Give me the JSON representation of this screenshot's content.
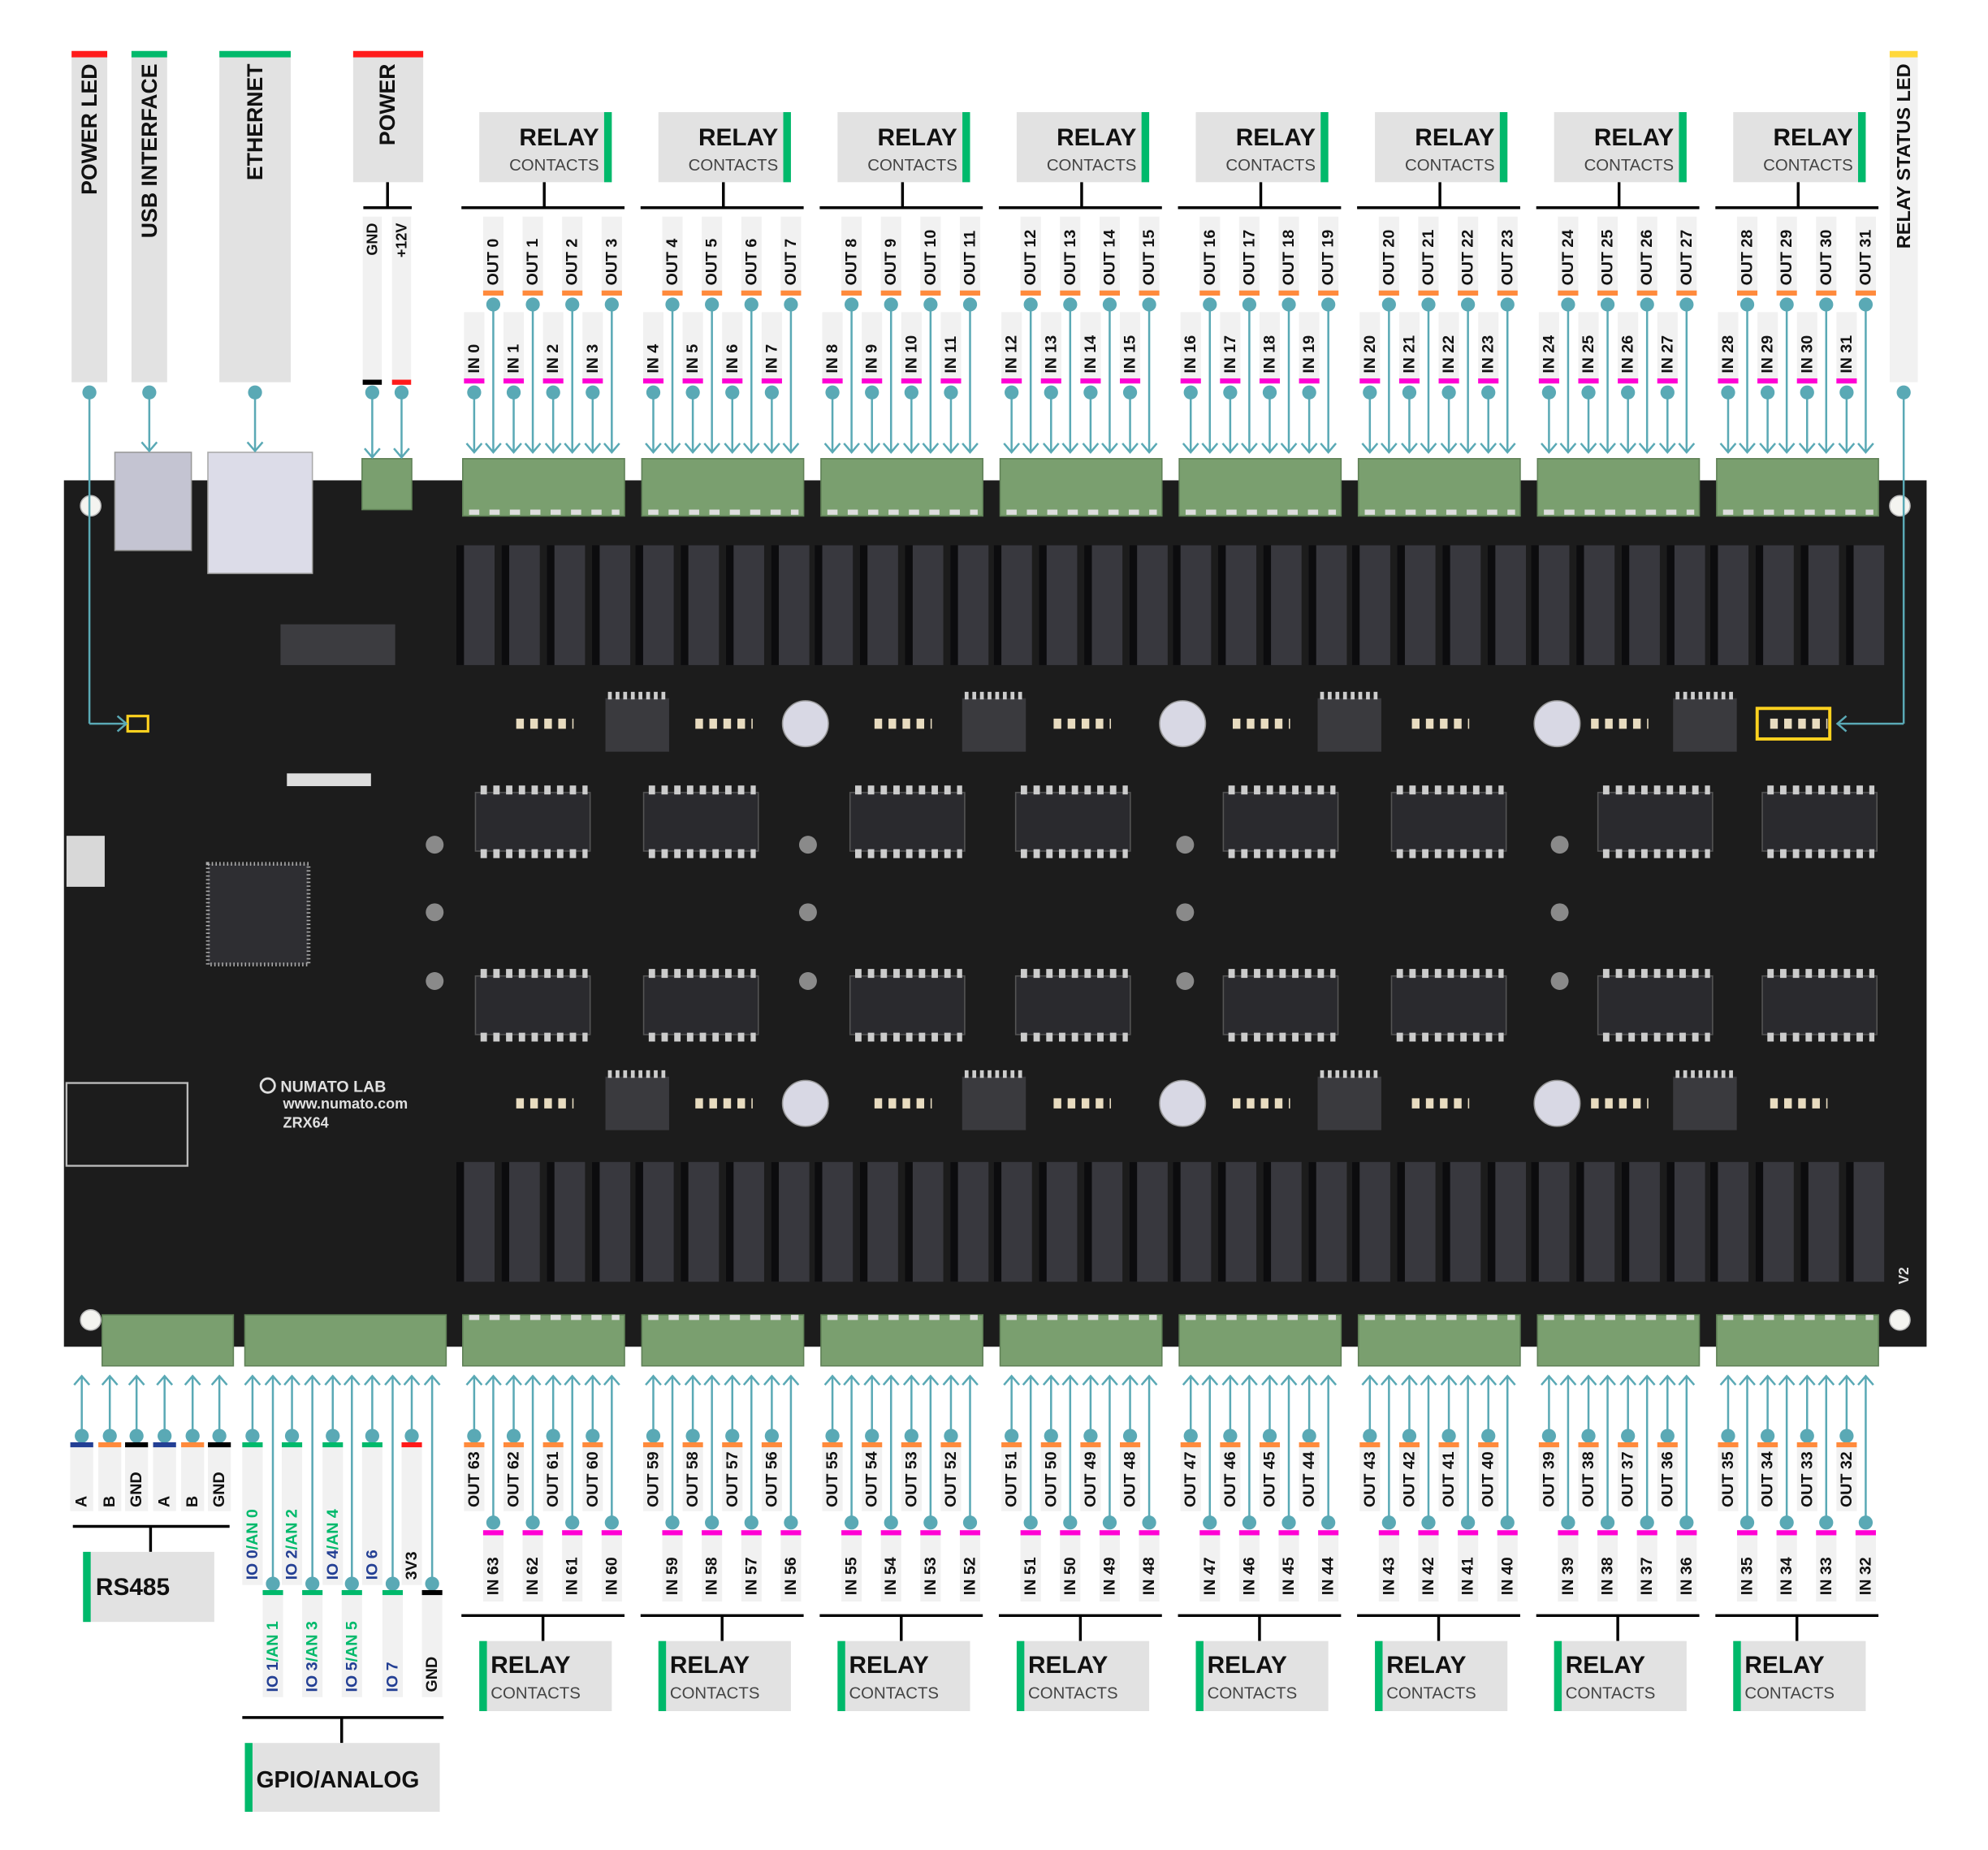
{
  "colors": {
    "board": "#1c1c1c",
    "connector": "#7a9f6f",
    "wire": "#5aa9b5",
    "label_bg": "#e2e2e2",
    "pin_bg": "#f1f1f1",
    "green": "#00b96b",
    "red": "#ff1a1a",
    "orange": "#ff8a3c",
    "magenta": "#ff00d4",
    "blue": "#233f94",
    "black": "#000000",
    "yellow": "#ffd21f"
  },
  "top_labels": {
    "power_led": {
      "text": "POWER LED",
      "color": "#ff1a1a"
    },
    "usb": {
      "text": "USB INTERFACE",
      "color": "#00b96b"
    },
    "ethernet": {
      "text": "ETHERNET",
      "color": "#00b96b"
    },
    "relay_status_led": {
      "text": "RELAY STATUS LED",
      "color": "#ffd83a"
    }
  },
  "power": {
    "title": "POWER",
    "color": "#ff1a1a",
    "pins": [
      {
        "label": "GND",
        "color": "#000000"
      },
      {
        "label": "+12V",
        "color": "#ff1a1a"
      }
    ]
  },
  "top_groups": [
    {
      "title": "RELAY",
      "subtitle": "CONTACTS",
      "outs": [
        "OUT 0",
        "OUT 1",
        "OUT 2",
        "OUT 3"
      ],
      "ins": [
        "IN 0",
        "IN 1",
        "IN 2",
        "IN 3"
      ]
    },
    {
      "title": "RELAY",
      "subtitle": "CONTACTS",
      "outs": [
        "OUT 4",
        "OUT 5",
        "OUT 6",
        "OUT 7"
      ],
      "ins": [
        "IN 4",
        "IN 5",
        "IN 6",
        "IN 7"
      ]
    },
    {
      "title": "RELAY",
      "subtitle": "CONTACTS",
      "outs": [
        "OUT 8",
        "OUT 9",
        "OUT 10",
        "OUT 11"
      ],
      "ins": [
        "IN 8",
        "IN 9",
        "IN 10",
        "IN 11"
      ]
    },
    {
      "title": "RELAY",
      "subtitle": "CONTACTS",
      "outs": [
        "OUT 12",
        "OUT 13",
        "OUT 14",
        "OUT 15"
      ],
      "ins": [
        "IN 12",
        "IN 13",
        "IN 14",
        "IN 15"
      ]
    },
    {
      "title": "RELAY",
      "subtitle": "CONTACTS",
      "outs": [
        "OUT 16",
        "OUT 17",
        "OUT 18",
        "OUT 19"
      ],
      "ins": [
        "IN 16",
        "IN 17",
        "IN 18",
        "IN 19"
      ]
    },
    {
      "title": "RELAY",
      "subtitle": "CONTACTS",
      "outs": [
        "OUT 20",
        "OUT 21",
        "OUT 22",
        "OUT 23"
      ],
      "ins": [
        "IN 20",
        "IN 21",
        "IN 22",
        "IN 23"
      ]
    },
    {
      "title": "RELAY",
      "subtitle": "CONTACTS",
      "outs": [
        "OUT 24",
        "OUT 25",
        "OUT 26",
        "OUT 27"
      ],
      "ins": [
        "IN 24",
        "IN 25",
        "IN 26",
        "IN 27"
      ]
    },
    {
      "title": "RELAY",
      "subtitle": "CONTACTS",
      "outs": [
        "OUT 28",
        "OUT 29",
        "OUT 30",
        "OUT 31"
      ],
      "ins": [
        "IN 28",
        "IN 29",
        "IN 30",
        "IN 31"
      ]
    }
  ],
  "bottom_groups": [
    {
      "title": "RELAY",
      "subtitle": "CONTACTS",
      "outs": [
        "OUT 63",
        "OUT 62",
        "OUT 61",
        "OUT 60"
      ],
      "ins": [
        "IN 63",
        "IN 62",
        "IN 61",
        "IN 60"
      ]
    },
    {
      "title": "RELAY",
      "subtitle": "CONTACTS",
      "outs": [
        "OUT 59",
        "OUT 58",
        "OUT 57",
        "OUT 56"
      ],
      "ins": [
        "IN 59",
        "IN 58",
        "IN 57",
        "IN 56"
      ]
    },
    {
      "title": "RELAY",
      "subtitle": "CONTACTS",
      "outs": [
        "OUT 55",
        "OUT 54",
        "OUT 53",
        "OUT 52"
      ],
      "ins": [
        "IN 55",
        "IN 54",
        "IN 53",
        "IN 52"
      ]
    },
    {
      "title": "RELAY",
      "subtitle": "CONTACTS",
      "outs": [
        "OUT 51",
        "OUT 50",
        "OUT 49",
        "OUT 48"
      ],
      "ins": [
        "IN 51",
        "IN 50",
        "IN 49",
        "IN 48"
      ]
    },
    {
      "title": "RELAY",
      "subtitle": "CONTACTS",
      "outs": [
        "OUT 47",
        "OUT 46",
        "OUT 45",
        "OUT 44"
      ],
      "ins": [
        "IN 47",
        "IN 46",
        "IN 45",
        "IN 44"
      ]
    },
    {
      "title": "RELAY",
      "subtitle": "CONTACTS",
      "outs": [
        "OUT 43",
        "OUT 42",
        "OUT 41",
        "OUT 40"
      ],
      "ins": [
        "IN 43",
        "IN 42",
        "IN 41",
        "IN 40"
      ]
    },
    {
      "title": "RELAY",
      "subtitle": "CONTACTS",
      "outs": [
        "OUT 39",
        "OUT 38",
        "OUT 37",
        "OUT 36"
      ],
      "ins": [
        "IN 39",
        "IN 38",
        "IN 37",
        "IN 36"
      ]
    },
    {
      "title": "RELAY",
      "subtitle": "CONTACTS",
      "outs": [
        "OUT 35",
        "OUT 34",
        "OUT 33",
        "OUT 32"
      ],
      "ins": [
        "IN 35",
        "IN 34",
        "IN 33",
        "IN 32"
      ]
    }
  ],
  "rs485": {
    "title": "RS485",
    "pins": [
      {
        "label": "A",
        "color": "#233f94"
      },
      {
        "label": "B",
        "color": "#ff8a3c"
      },
      {
        "label": "GND",
        "color": "#000000"
      },
      {
        "label": "A",
        "color": "#233f94"
      },
      {
        "label": "B",
        "color": "#ff8a3c"
      },
      {
        "label": "GND",
        "color": "#000000"
      }
    ]
  },
  "gpio": {
    "title": "GPIO/ANALOG",
    "top_row": [
      {
        "io": "IO 0",
        "an": "/AN 0",
        "color": "#00b96b"
      },
      {
        "io": "IO 2",
        "an": "/AN 2",
        "color": "#00b96b"
      },
      {
        "io": "IO 4",
        "an": "/AN 4",
        "color": "#00b96b"
      },
      {
        "io": "IO 6",
        "an": "",
        "color": "#00b96b"
      },
      {
        "io": "3V3",
        "an": "",
        "color": "#ff1a1a",
        "plain": true
      }
    ],
    "bottom_row": [
      {
        "io": "IO 1",
        "an": "/AN 1",
        "color": "#00b96b"
      },
      {
        "io": "IO 3",
        "an": "/AN 3",
        "color": "#00b96b"
      },
      {
        "io": "IO 5",
        "an": "/AN 5",
        "color": "#00b96b"
      },
      {
        "io": "IO 7",
        "an": "",
        "color": "#00b96b"
      },
      {
        "io": "GND",
        "an": "",
        "color": "#000000",
        "plain": true
      }
    ]
  },
  "board": {
    "brand": "NUMATO LAB",
    "url": "www.numato.com",
    "model": "ZRX64",
    "revision": "V2"
  }
}
